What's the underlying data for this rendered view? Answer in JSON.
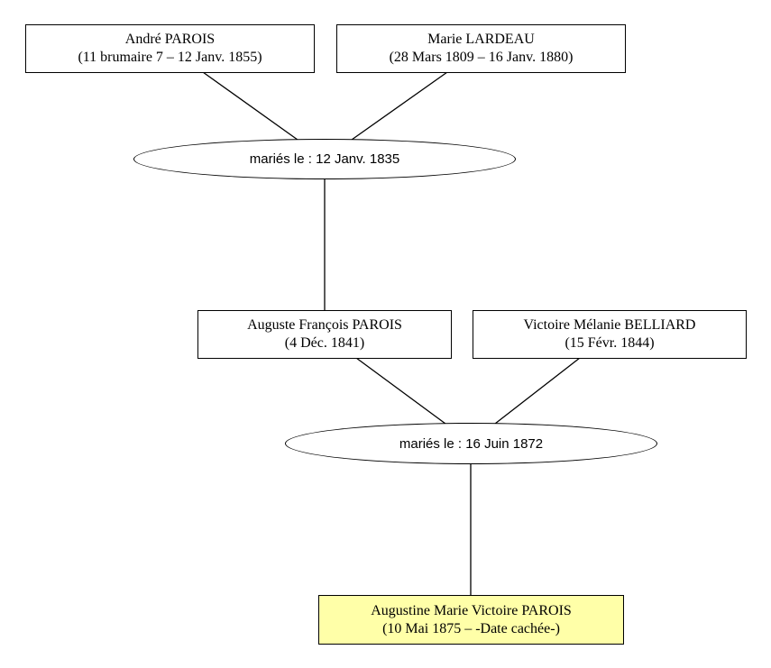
{
  "persons": [
    {
      "name": "André PAROIS",
      "dates": "(11 brumaire 7 – 12 Janv. 1855)"
    },
    {
      "name": "Marie LARDEAU",
      "dates": "(28 Mars 1809 – 16 Janv. 1880)"
    },
    {
      "name": "Auguste François PAROIS",
      "dates": "(4 Déc. 1841)"
    },
    {
      "name": "Victoire Mélanie BELLIARD",
      "dates": "(15 Févr. 1844)"
    },
    {
      "name": "Augustine Marie Victoire PAROIS",
      "dates": "(10 Mai 1875 – -Date cachée-)",
      "highlight_color": "#ffffa8"
    }
  ],
  "marriages": [
    {
      "label": "mariés le : 12 Janv. 1835"
    },
    {
      "label": "mariés le : 16 Juin 1872"
    }
  ]
}
